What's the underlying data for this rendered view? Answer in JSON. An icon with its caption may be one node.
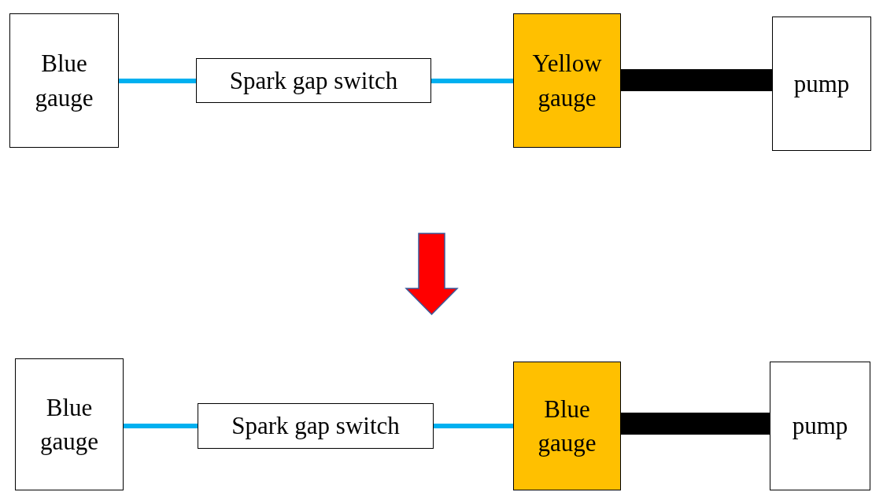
{
  "diagram": {
    "nodes": [
      {
        "text": [
          "Blue gauge"
        ]
      },
      {
        "text": [
          "Spark gap switch"
        ]
      },
      {
        "text": [
          "Yellow gauge"
        ]
      },
      {
        "text": [
          "pump"
        ]
      },
      {
        "text": [
          "Blue gauge"
        ]
      },
      {
        "text": [
          "Spark gap switch"
        ]
      },
      {
        "text": [
          "Blue gauge"
        ]
      },
      {
        "text": [
          "pump"
        ]
      }
    ],
    "edges": [
      {
        "from": 0,
        "to": 1,
        "arrow": "none"
      },
      {
        "from": 1,
        "to": 2,
        "arrow": "none"
      },
      {
        "from": 2,
        "to": 3,
        "arrow": "none",
        "style": "thick",
        "color": "#000000"
      },
      {
        "from": 4,
        "to": 5,
        "arrow": "none"
      },
      {
        "from": 5,
        "to": 6,
        "arrow": "none"
      },
      {
        "from": 6,
        "to": 7,
        "arrow": "none",
        "style": "thick",
        "color": "#000000"
      }
    ]
  }
}
